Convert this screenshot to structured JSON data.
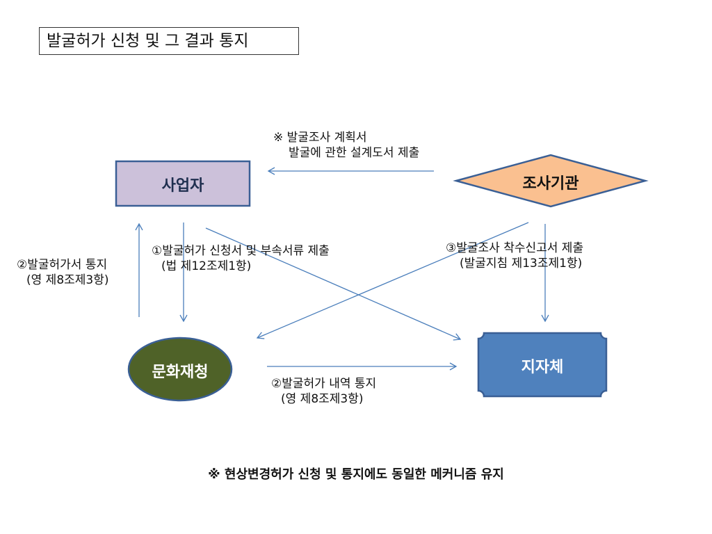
{
  "title": "발굴허가 신청 및 그 결과 통지",
  "nodes": {
    "operator": "사업자",
    "research_institute": "조사기관",
    "cultural_heritage": "문화재청",
    "local_government": "지자체"
  },
  "labels": {
    "plan_note_line1": "※ 발굴조사 계획서",
    "plan_note_line2": "발굴에 관한 설계도서 제출",
    "application_line1": "①발굴허가 신청서 및 부속서류 제출",
    "application_line2": "(법 제12조제1항)",
    "permit_notice_line1": "②발굴허가서 통지",
    "permit_notice_line2": "(영 제8조제3항)",
    "start_report_line1": "③발굴조사 착수신고서 제출",
    "start_report_line2": "(발굴지침 제13조제1항)",
    "detail_notice_line1": "②발굴허가 내역 통지",
    "detail_notice_line2": "(영 제8조제3항)"
  },
  "footer": "※ 현상변경허가 신청 및 통지에도 동일한 메커니즘 유지",
  "colors": {
    "operator_fill": "#ccc1da",
    "operator_stroke": "#3a5f95",
    "institute_fill": "#fac090",
    "cultural_fill": "#4f6228",
    "local_fill": "#4f81bd",
    "arrow": "#4a7ebb"
  }
}
